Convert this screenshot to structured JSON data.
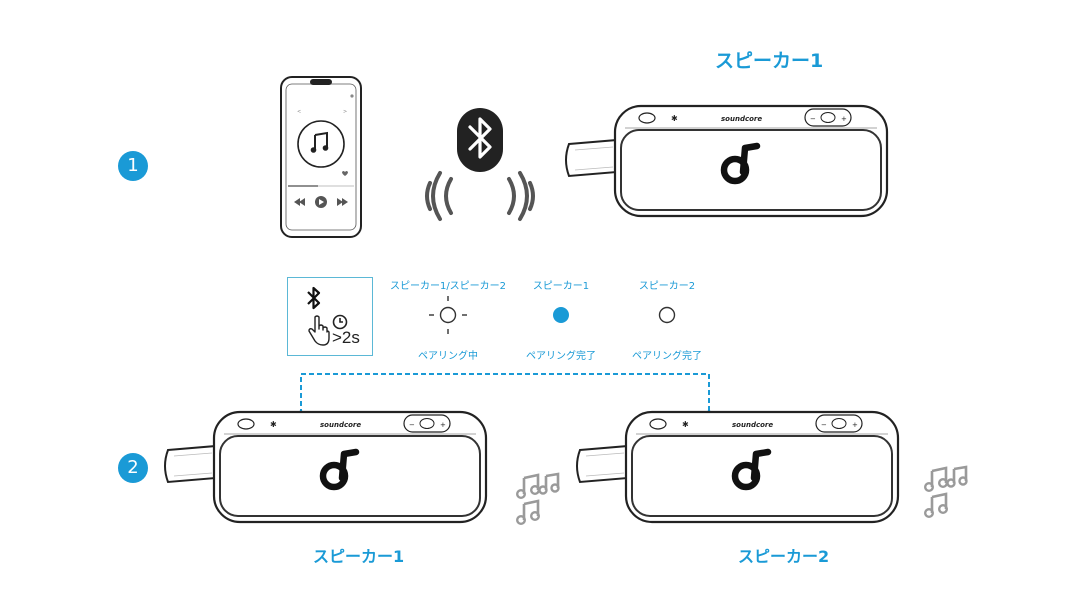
{
  "steps": [
    {
      "number": "1"
    },
    {
      "number": "2"
    }
  ],
  "speaker_top_label": "スピーカー1",
  "speaker_brand": "soundcore",
  "instruction": {
    "hold_text": ">2s",
    "states": [
      {
        "heading": "スピーカー1/スピーカー2",
        "caption": "ペアリング中",
        "indicator": "blinking"
      },
      {
        "heading": "スピーカー1",
        "caption": "ペアリング完了",
        "indicator": "solid"
      },
      {
        "heading": "スピーカー2",
        "caption": "ペアリング完了",
        "indicator": "off"
      }
    ]
  },
  "bottom_speakers": [
    {
      "label": "スピーカー1"
    },
    {
      "label": "スピーカー2"
    }
  ],
  "colors": {
    "accent": "#1a9ad6",
    "line": "#222222",
    "music_note": "#9a9a9a",
    "box_border": "#5bb8d6"
  },
  "icons": [
    "bluetooth-icon",
    "music-note-icon",
    "hand-press-icon",
    "clock-icon",
    "led-indicator-icon",
    "soundcore-logo-icon"
  ]
}
